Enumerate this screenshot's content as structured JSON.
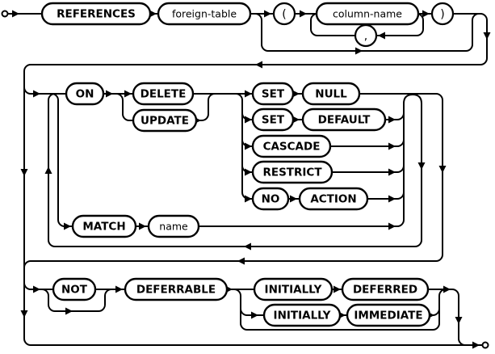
{
  "diagram": {
    "type": "railroad-syntax-diagram",
    "colors": {
      "line": "#000000",
      "background": "#ffffff",
      "text": "#000000"
    },
    "terminals": {
      "start": "start-terminal",
      "end": "end-terminal"
    },
    "nodes": {
      "ref": {
        "label": "REFERENCES",
        "kind": "keyword"
      },
      "ftable": {
        "label": "foreign-table",
        "kind": "variable"
      },
      "lparen": {
        "label": "(",
        "kind": "punctuation"
      },
      "colname": {
        "label": "column-name",
        "kind": "variable"
      },
      "rparen": {
        "label": ")",
        "kind": "punctuation"
      },
      "comma": {
        "label": ",",
        "kind": "punctuation"
      },
      "on": {
        "label": "ON",
        "kind": "keyword"
      },
      "del": {
        "label": "DELETE",
        "kind": "keyword"
      },
      "upd": {
        "label": "UPDATE",
        "kind": "keyword"
      },
      "set1": {
        "label": "SET",
        "kind": "keyword"
      },
      "null": {
        "label": "NULL",
        "kind": "keyword"
      },
      "set2": {
        "label": "SET",
        "kind": "keyword"
      },
      "dflt": {
        "label": "DEFAULT",
        "kind": "keyword"
      },
      "casc": {
        "label": "CASCADE",
        "kind": "keyword"
      },
      "restr": {
        "label": "RESTRICT",
        "kind": "keyword"
      },
      "no": {
        "label": "NO",
        "kind": "keyword"
      },
      "act": {
        "label": "ACTION",
        "kind": "keyword"
      },
      "match": {
        "label": "MATCH",
        "kind": "keyword"
      },
      "name": {
        "label": "name",
        "kind": "variable"
      },
      "not": {
        "label": "NOT",
        "kind": "keyword"
      },
      "defer": {
        "label": "DEFERRABLE",
        "kind": "keyword"
      },
      "init1": {
        "label": "INITIALLY",
        "kind": "keyword"
      },
      "defd": {
        "label": "DEFERRED",
        "kind": "keyword"
      },
      "init2": {
        "label": "INITIALLY",
        "kind": "keyword"
      },
      "immd": {
        "label": "IMMEDIATE",
        "kind": "keyword"
      }
    }
  }
}
